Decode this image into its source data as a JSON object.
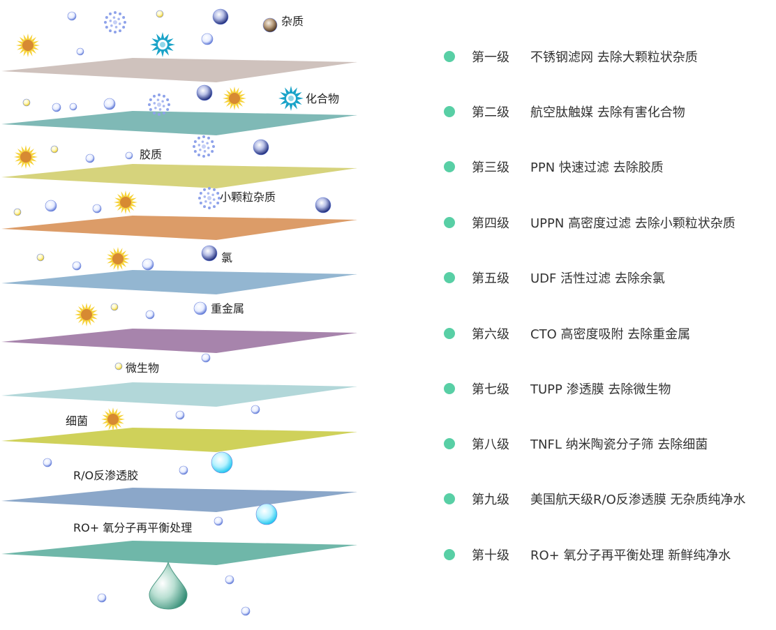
{
  "diagram": {
    "layer_colors": [
      "#cfc2bd",
      "#7fb9b6",
      "#d6d37c",
      "#dc9c68",
      "#93b6d1",
      "#a784ac",
      "#b2d7d9",
      "#cfd15a",
      "#8ba7c9",
      "#6fb7a9"
    ],
    "labels": [
      "杂质",
      "化合物",
      "胶质",
      "小颗粒杂质",
      "氯",
      "重金属",
      "微生物",
      "细菌",
      "R/O反渗透胶",
      "RO+ 氧分子再平衡处理"
    ]
  },
  "stages": [
    {
      "level": "第一级",
      "desc": "不锈钢滤网 去除大颗粒状杂质"
    },
    {
      "level": "第二级",
      "desc": "航空肽触媒 去除有害化合物"
    },
    {
      "level": "第三级",
      "desc": "PPN 快速过滤 去除胶质"
    },
    {
      "level": "第四级",
      "desc": "UPPN 高密度过滤 去除小颗粒状杂质"
    },
    {
      "level": "第五级",
      "desc": "UDF 活性过滤 去除余氯"
    },
    {
      "level": "第六级",
      "desc": "CTO 高密度吸附 去除重金属"
    },
    {
      "level": "第七级",
      "desc": "TUPP 渗透膜 去除微生物"
    },
    {
      "level": "第八级",
      "desc": "TNFL 纳米陶瓷分子筛 去除细菌"
    },
    {
      "level": "第九级",
      "desc": "美国航天级R/O反渗透膜 无杂质纯净水"
    },
    {
      "level": "第十级",
      "desc": "RO+ 氧分子再平衡处理 新鲜纯净水"
    }
  ],
  "colors": {
    "bullet": "#58cfa5"
  }
}
